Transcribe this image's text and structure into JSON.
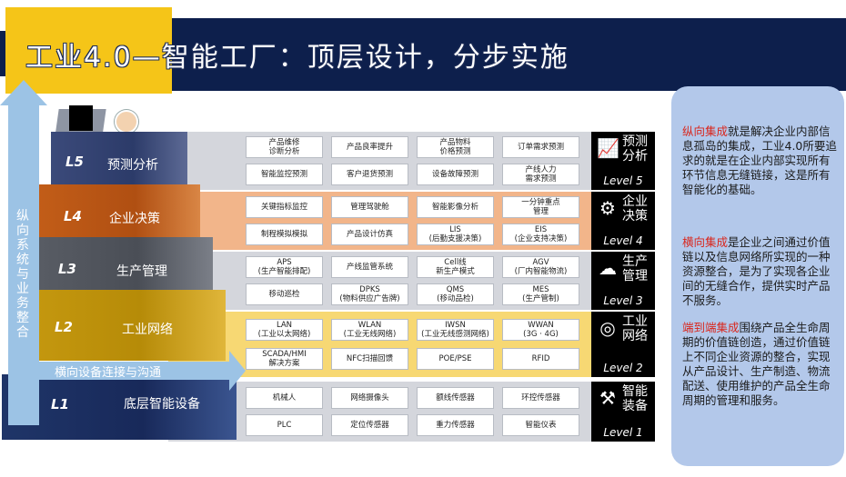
{
  "title": "工业4.0—智能工厂：顶层设计，分步实施",
  "arrows": {
    "vertical": "纵向系统与业务整合",
    "horizontal": "横向设备连接与沟通"
  },
  "pyramid": [
    {
      "level": "L5",
      "name": "预测分析"
    },
    {
      "level": "L4",
      "name": "企业决策"
    },
    {
      "level": "L3",
      "name": "生产管理"
    },
    {
      "level": "L2",
      "name": "工业网络"
    },
    {
      "level": "L1",
      "name": "底层智能设备"
    }
  ],
  "bands": [
    {
      "side_title": "预测分析",
      "side_level": "Level 5",
      "icon": "chart-monitor-icon",
      "color": "#d4d6dc",
      "items": [
        "产品维修\n诊断分析",
        "产品良率提升",
        "产品物料\n价格预测",
        "订单需求预测",
        "智能监控预测",
        "客户退货预测",
        "设备故障预测",
        "产线人力\n需求预测"
      ]
    },
    {
      "side_title": "企业决策",
      "side_level": "Level 4",
      "icon": "head-gear-icon",
      "color": "#f2b58a",
      "items": [
        "关键指标监控",
        "管理驾驶舱",
        "智能影像分析",
        "一分钟重点\n管理",
        "制程模拟模拟",
        "产品设计仿真",
        "LIS\n(后勤支援决策)",
        "EIS\n(企业支持决策)"
      ]
    },
    {
      "side_title": "生产管理",
      "side_level": "Level 3",
      "icon": "cloud-gear-icon",
      "color": "#d4d6dc",
      "items": [
        "APS\n(生产智能排配)",
        "产线监管系统",
        "Cell线\n新生产模式",
        "AGV\n(厂内智能物流)",
        "移动巡检",
        "DPKS\n(物料供应广告牌)",
        "QMS\n(移动品检)",
        "MES\n(生产管制)"
      ]
    },
    {
      "side_title": "工业网络",
      "side_level": "Level 2",
      "icon": "globe-icon",
      "color": "#f7d873",
      "items": [
        "LAN\n(工业以太网络)",
        "WLAN\n(工业无线网络)",
        "IWSN\n(工业无线感测网络)",
        "WWAN\n(3G · 4G)",
        "SCADA/HMI\n解决方案",
        "NFC扫描回馈",
        "POE/PSE",
        "RFID"
      ]
    },
    {
      "side_title": "智能装备",
      "side_level": "Level 1",
      "icon": "robot-arm-icon",
      "color": "#d4d6dc",
      "items": [
        "机械人",
        "网络摄像头",
        "额线传感器",
        "环控传感器",
        "PLC",
        "定位传感器",
        "重力传感器",
        "智能仪表"
      ]
    }
  ],
  "panel": {
    "p1_hl": "纵向集成",
    "p1": "就是解决企业内部信息孤岛的集成，工业4.0所要追求的就是在企业内部实现所有环节信息无缝链接，这是所有智能化的基础。",
    "p2_hl": "横向集成",
    "p2": "是企业之间通过价值链以及信息网络所实现的一种资源整合，是为了实现各企业间的无缝合作，提供实时产品不服务。",
    "p3_hl": "端到端集成",
    "p3": "围绕产品全生命周期的价值链创造，通过价值链上不同企业资源的整合，实现从产品设计、生产制造、物流配送、使用维护的产品全生命周期的管理和服务。"
  }
}
